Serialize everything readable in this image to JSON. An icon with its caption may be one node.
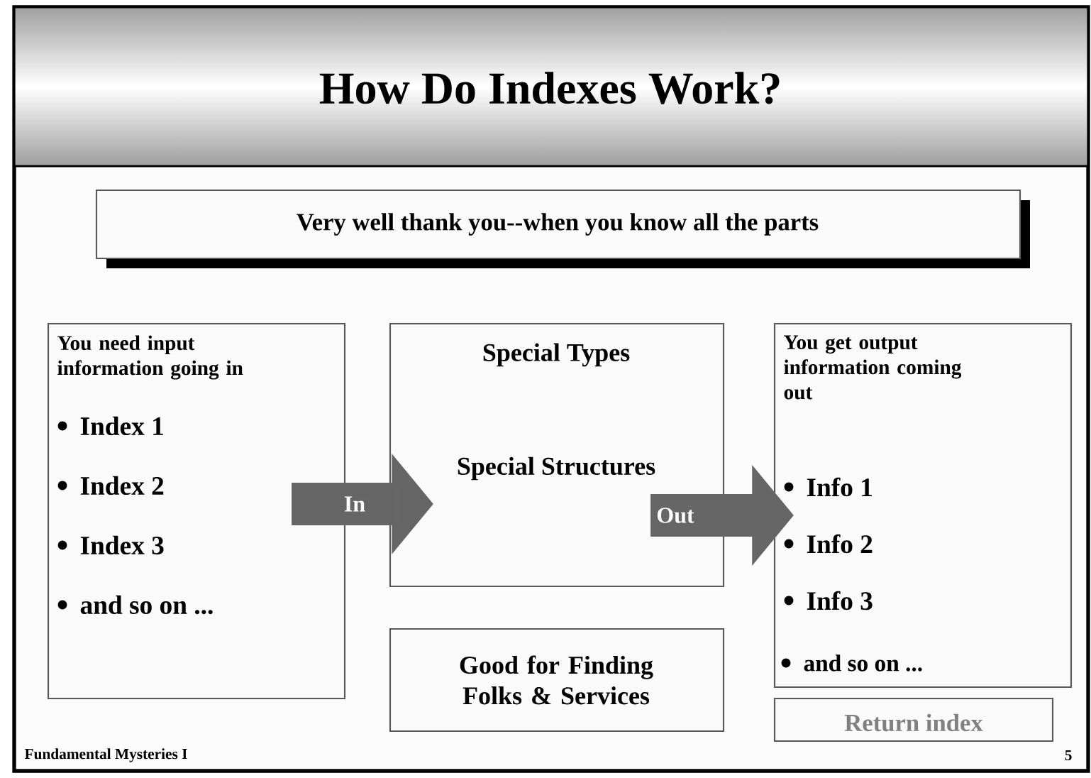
{
  "diagram": {
    "title": "How Do Indexes Work?",
    "nodes": [
      {
        "text": [
          "Very well thank you--when you know all the parts"
        ]
      },
      {
        "text": [
          "You need input information going in",
          "Index 1",
          "Index 2",
          "Index 3",
          "and so on ..."
        ]
      },
      {
        "text": [
          "Special Types",
          "Special  Structures"
        ]
      },
      {
        "text": [
          "You get output information coming out",
          "Info 1",
          "Info 2",
          "Info 3",
          "and so on ..."
        ]
      },
      {
        "text": [
          "Good for Finding Folks & Services"
        ]
      },
      {
        "text": [
          "Return index"
        ]
      }
    ],
    "edges": [
      {
        "from": 1,
        "to": 2,
        "arrow": "to",
        "label": "In"
      },
      {
        "from": 2,
        "to": 3,
        "arrow": "to",
        "label": "Out"
      }
    ],
    "labels": [
      "Fundamental Mysteries I",
      "5"
    ]
  }
}
